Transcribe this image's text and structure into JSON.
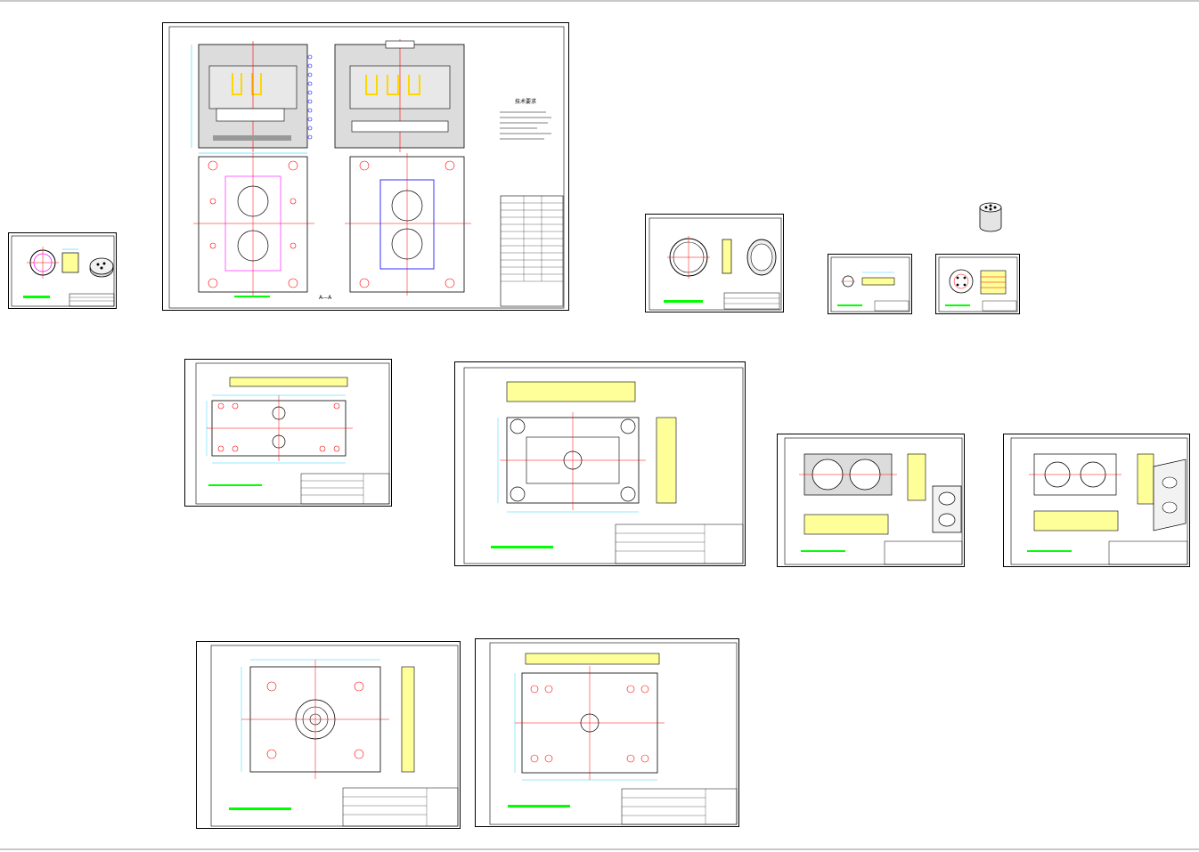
{
  "canvas": {
    "background": "#ffffff"
  },
  "colors": {
    "outline": "#000000",
    "dimension": "#00c8ff",
    "centerline": "#ff0000",
    "text": "#00ff00",
    "hatch": "#ffff99",
    "bolt": "#ff00ff",
    "note_blue": "#0000ff"
  },
  "sheets": [
    {
      "id": "part-small-left",
      "kind": "part",
      "title_block_label": ""
    },
    {
      "id": "mold-assembly",
      "kind": "assembly",
      "section_label": "A—A",
      "title_block_label": ""
    },
    {
      "id": "ring-part",
      "kind": "part",
      "title_block_label": ""
    },
    {
      "id": "core-pin-small",
      "kind": "part",
      "title_block_label": ""
    },
    {
      "id": "insert-small",
      "kind": "part",
      "title_block_label": ""
    },
    {
      "id": "plate-long",
      "kind": "plate",
      "title_block_label": ""
    },
    {
      "id": "moving-plate",
      "kind": "plate",
      "title_block_label": ""
    },
    {
      "id": "cavity-plate",
      "kind": "plate",
      "title_block_label": ""
    },
    {
      "id": "core-plate",
      "kind": "plate",
      "title_block_label": ""
    },
    {
      "id": "fixed-clamp-plate",
      "kind": "plate",
      "title_block_label": ""
    },
    {
      "id": "moving-clamp-plate",
      "kind": "plate",
      "title_block_label": ""
    }
  ],
  "preview_icon": "cylinder-part-icon"
}
